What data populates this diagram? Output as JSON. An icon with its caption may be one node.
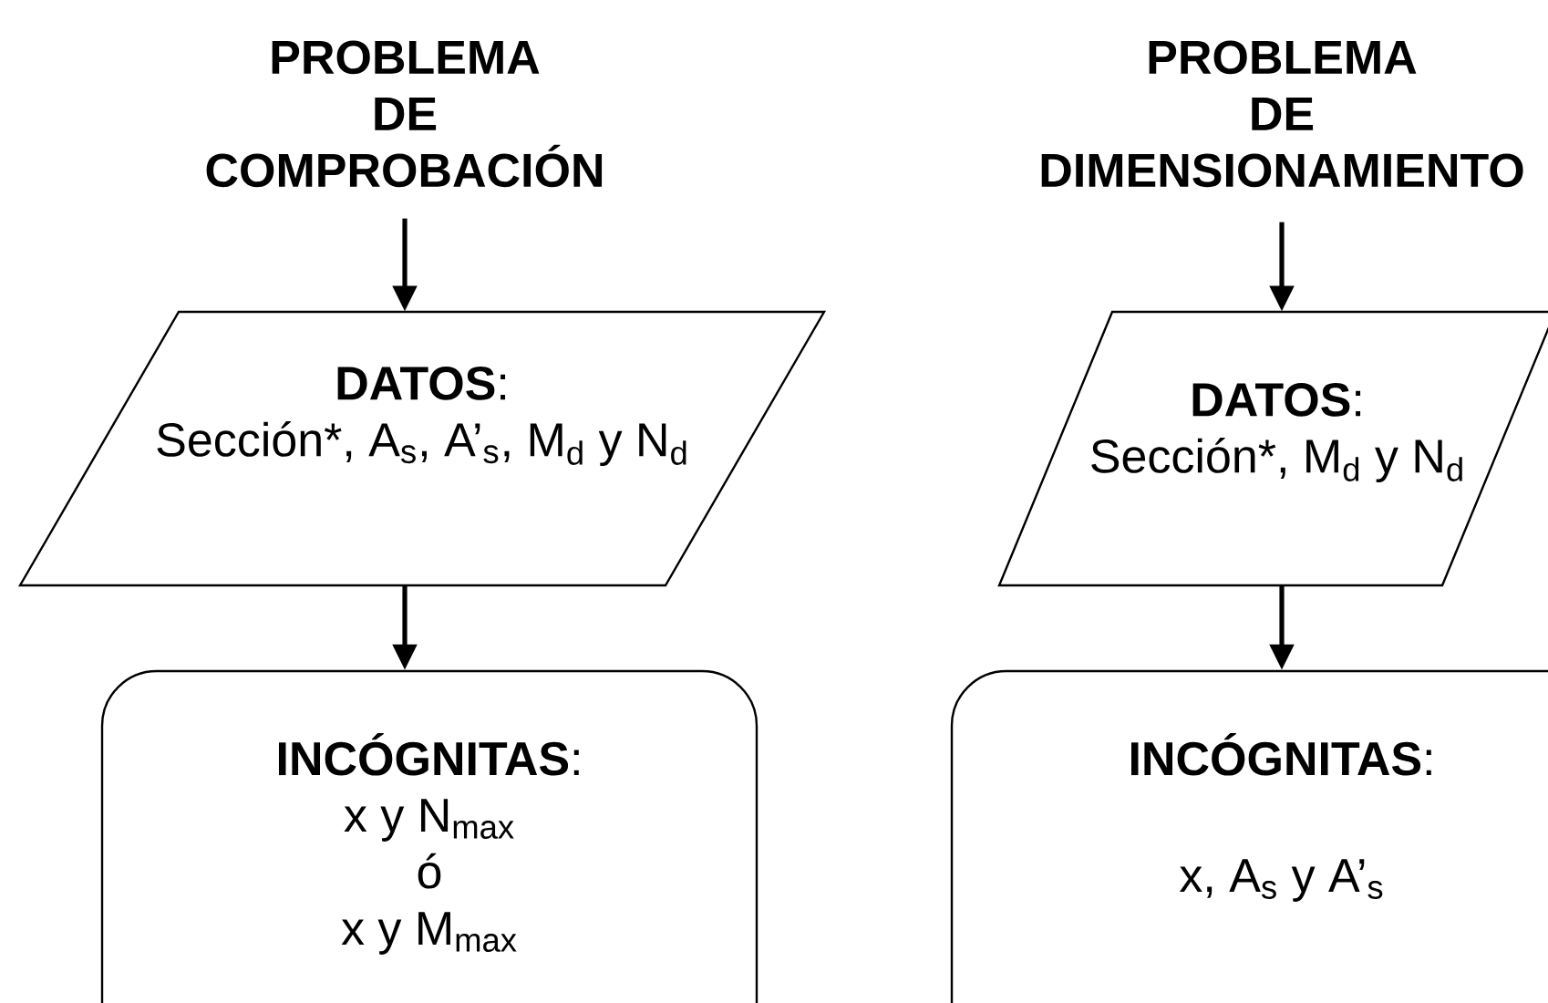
{
  "diagram": {
    "nodes": [
      {
        "text": [
          "PROBLEMA DE COMPROBACIÓN"
        ]
      },
      {
        "text": [
          "**DATOS**:",
          "Sección*, A$_{s}$, A’$_{s}$, M$_{d}$ y N$_{d}$"
        ]
      },
      {
        "text": [
          "**INCÓGNITAS**:",
          "x y N$_{max}$",
          "ó",
          "x y M$_{max}$"
        ]
      },
      {
        "text": [
          "PROBLEMA DE DIMENSIONAMIENTO"
        ]
      },
      {
        "text": [
          "**DATOS**:",
          "Sección*, M$_{d}$ y N$_{d}$"
        ]
      },
      {
        "text": [
          "**INCÓGNITAS**:",
          "x, A$_{s}$ y A’$_{s}$"
        ]
      }
    ],
    "edges": [
      {
        "from": 0,
        "to": 1,
        "arrow": "to"
      },
      {
        "from": 1,
        "to": 2,
        "arrow": "to"
      },
      {
        "from": 3,
        "to": 4,
        "arrow": "to"
      },
      {
        "from": 4,
        "to": 5,
        "arrow": "to"
      }
    ]
  }
}
